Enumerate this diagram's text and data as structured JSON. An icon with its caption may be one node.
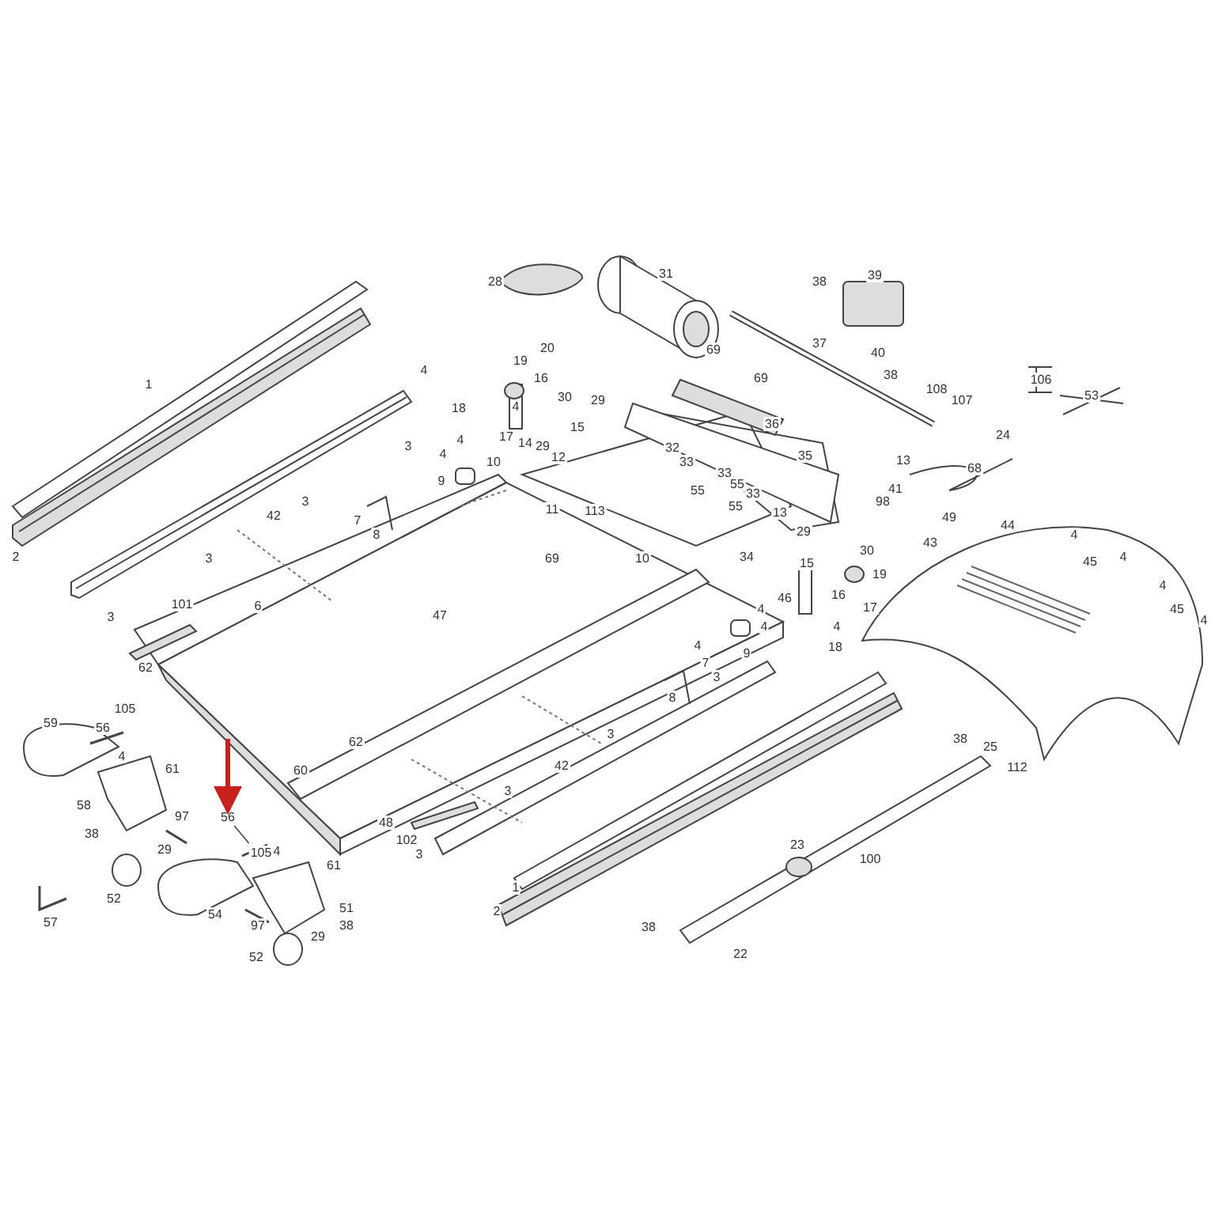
{
  "diagram": {
    "nodes": [
      {
        "text": [
          "56"
        ]
      },
      {
        "text": [],
        "shape": "bar"
      }
    ],
    "edges": [
      {
        "from": null,
        "to": 0,
        "arrow": "to",
        "style": "thick",
        "color": "#c8201c"
      },
      {
        "from": 0,
        "to": 1,
        "arrow": "none",
        "color": "#444444"
      }
    ],
    "labels": [
      "31",
      "39",
      "28",
      "38",
      "37",
      "20",
      "69",
      "40",
      "19",
      "4",
      "69",
      "38",
      "16",
      "106",
      "1",
      "108",
      "53",
      "30",
      "29",
      "107",
      "4",
      "18",
      "36",
      "15",
      "24",
      "17",
      "4",
      "14",
      "29",
      "3",
      "32",
      "4",
      "35",
      "12",
      "13",
      "10",
      "33",
      "68",
      "33",
      "9",
      "55",
      "41",
      "55",
      "33",
      "3",
      "98",
      "55",
      "11",
      "113",
      "13",
      "42",
      "49",
      "7",
      "44",
      "29",
      "8",
      "4",
      "43",
      "30",
      "2",
      "4",
      "34",
      "3",
      "69",
      "10",
      "45",
      "15",
      "19",
      "4",
      "16",
      "46",
      "101",
      "6",
      "17",
      "4",
      "45",
      "47",
      "3",
      "4",
      "4",
      "4",
      "4",
      "18",
      "9",
      "7",
      "62",
      "3",
      "8",
      "105",
      "59",
      "56",
      "3",
      "38",
      "62",
      "25",
      "4",
      "42",
      "112",
      "61",
      "60",
      "3",
      "58",
      "97",
      "48",
      "38",
      "102",
      "23",
      "29",
      "4",
      "105",
      "3",
      "100",
      "61",
      "1",
      "52",
      "51",
      "2",
      "54",
      "57",
      "97",
      "38",
      "38",
      "29",
      "22",
      "52"
    ]
  }
}
